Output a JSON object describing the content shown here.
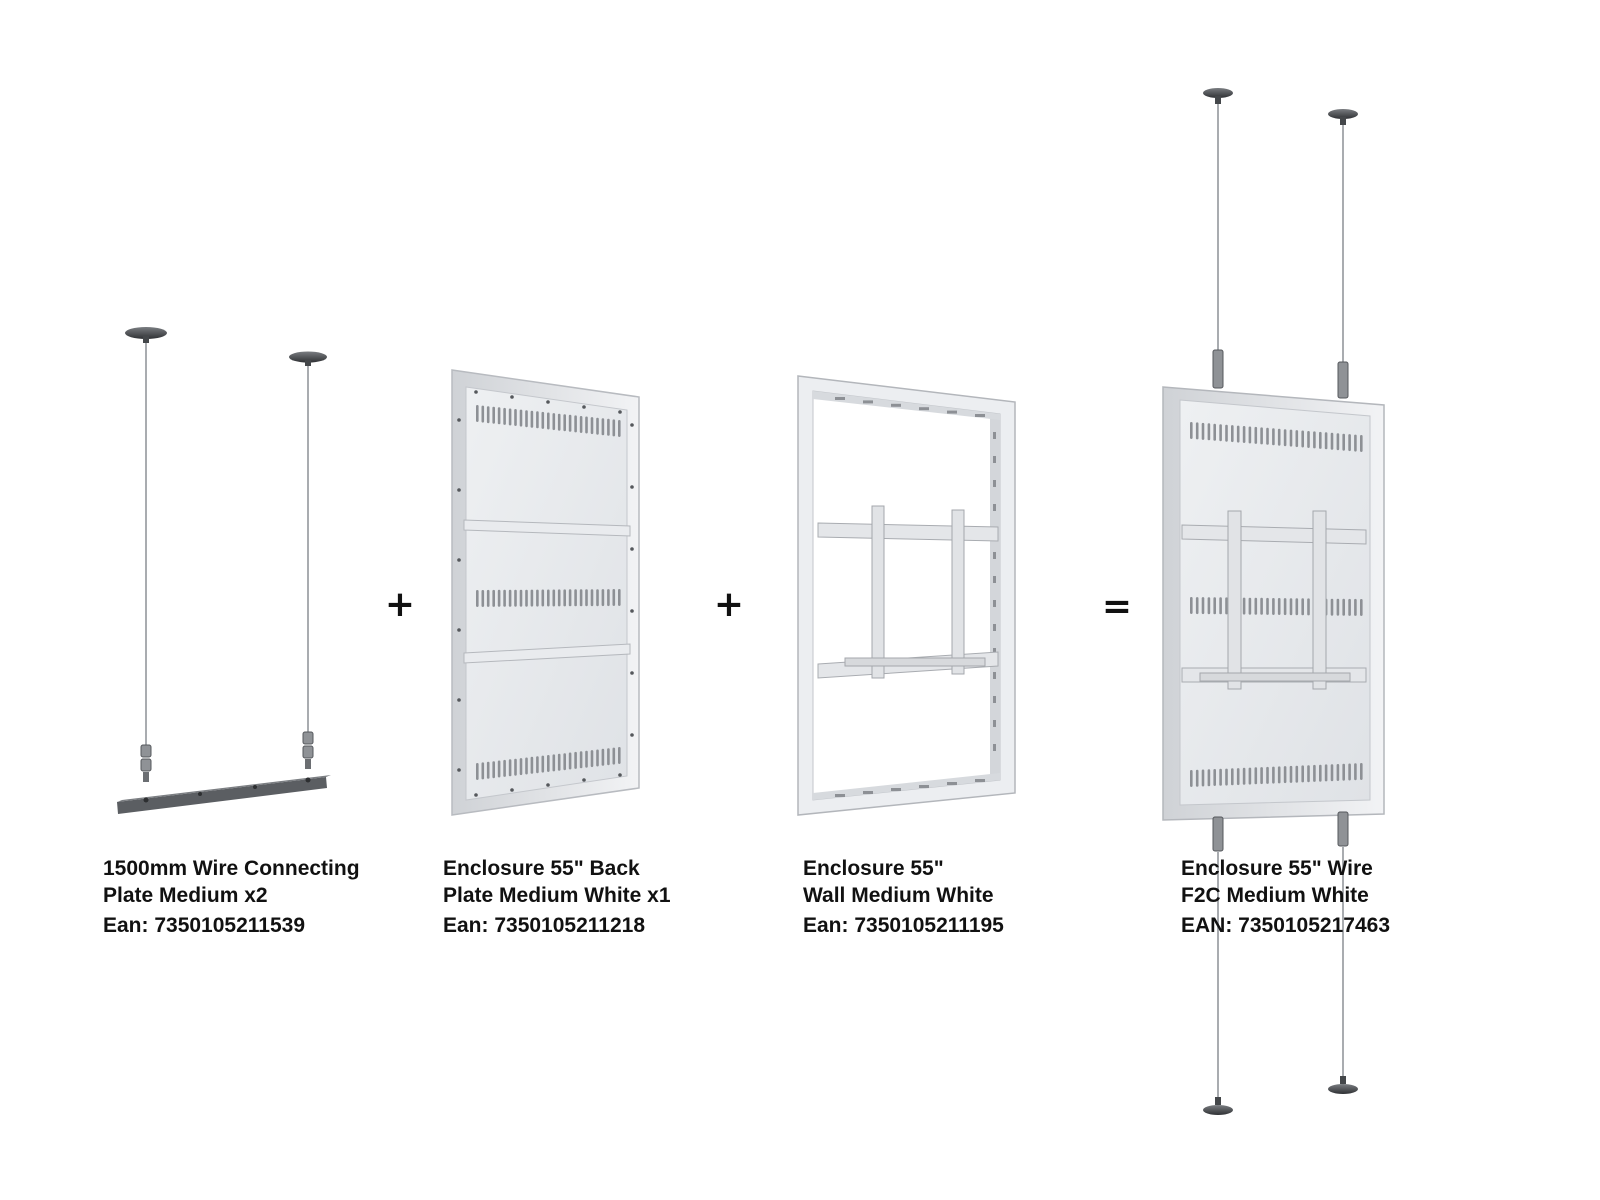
{
  "products": [
    {
      "line1": "1500mm Wire Connecting",
      "line2": "Plate Medium x2",
      "ean": "Ean: 7350105211539"
    },
    {
      "line1": "Enclosure 55\" Back",
      "line2": "Plate Medium White x1",
      "ean": "Ean: 7350105211218"
    },
    {
      "line1": "Enclosure 55\"",
      "line2": "Wall Medium White",
      "ean": "Ean: 7350105211195"
    },
    {
      "line1": "Enclosure 55\" Wire",
      "line2": "F2C Medium White",
      "ean": "EAN: 7350105217463"
    }
  ],
  "operators": [
    "+",
    "+",
    "="
  ],
  "colors": {
    "metal_light": "#e6e8eb",
    "metal_mid": "#c9ccd1",
    "metal_dark": "#55585c",
    "text": "#111111"
  }
}
